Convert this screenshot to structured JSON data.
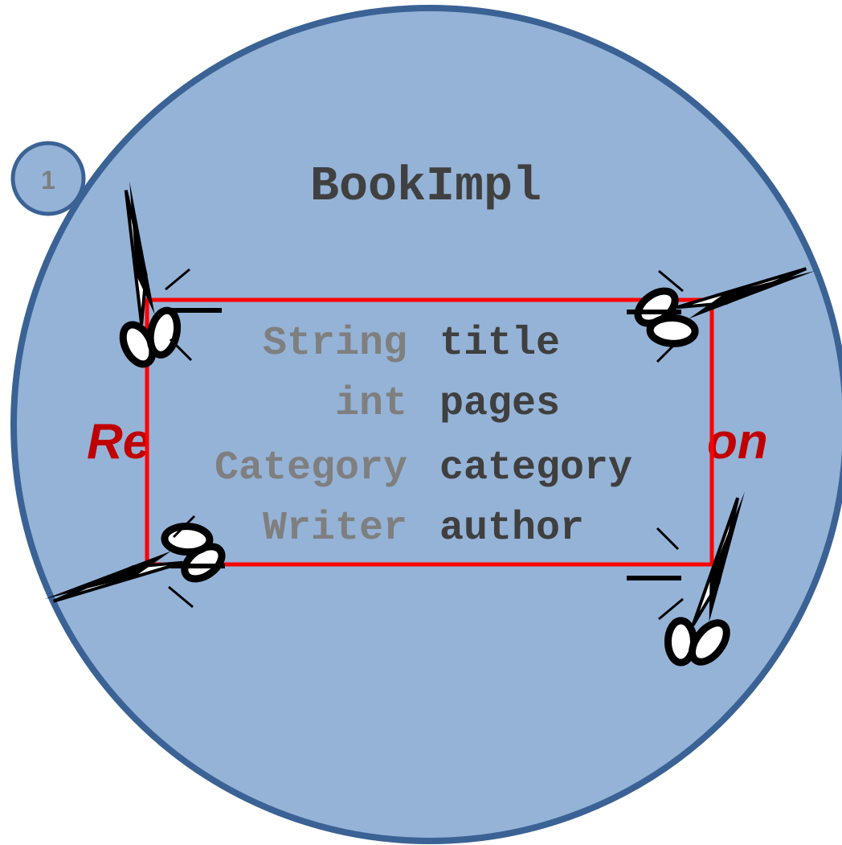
{
  "title": "BookImpl",
  "step_badge": "1",
  "fields": [
    {
      "type": "String",
      "name": "title"
    },
    {
      "type": "int",
      "name": "pages"
    },
    {
      "type": "Category",
      "name": "category"
    },
    {
      "type": "Writer",
      "name": "author"
    }
  ],
  "hidden_caption_left": "Re",
  "hidden_caption_right": "on",
  "icons": [
    "scissors-icon",
    "cut-line-icon"
  ],
  "colors": {
    "circle_fill": "#95b3d7",
    "circle_stroke": "#3b6295",
    "type_text": "#7f7f7f",
    "name_text": "#3f3f3f",
    "title_text": "#404040",
    "cut_border": "#ff0000",
    "caption_text": "#c00000"
  }
}
